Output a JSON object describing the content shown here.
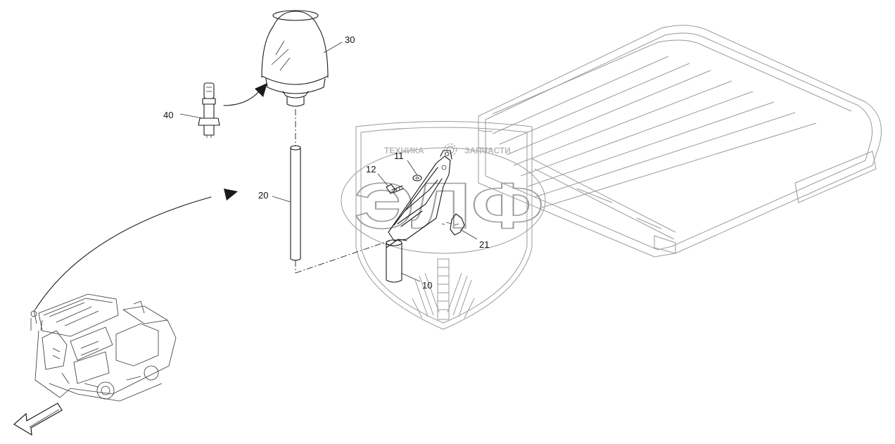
{
  "callouts": [
    {
      "id": "30",
      "label": "30"
    },
    {
      "id": "40",
      "label": "40"
    },
    {
      "id": "20",
      "label": "20"
    },
    {
      "id": "11",
      "label": "11"
    },
    {
      "id": "12",
      "label": "12"
    },
    {
      "id": "21",
      "label": "21"
    },
    {
      "id": "10",
      "label": "10"
    }
  ],
  "watermark": {
    "text_left": "ТЕХНИКА",
    "text_right": "ЗАПЧАСТИ",
    "big_text": "ЭЛФ"
  },
  "colors": {
    "lines": "#1a1a1a",
    "watermark": "#b0b0b0",
    "background": "#ffffff"
  },
  "icons": {
    "watermark_gear": "gear-icon",
    "arrow_view": "arrow-icon"
  }
}
